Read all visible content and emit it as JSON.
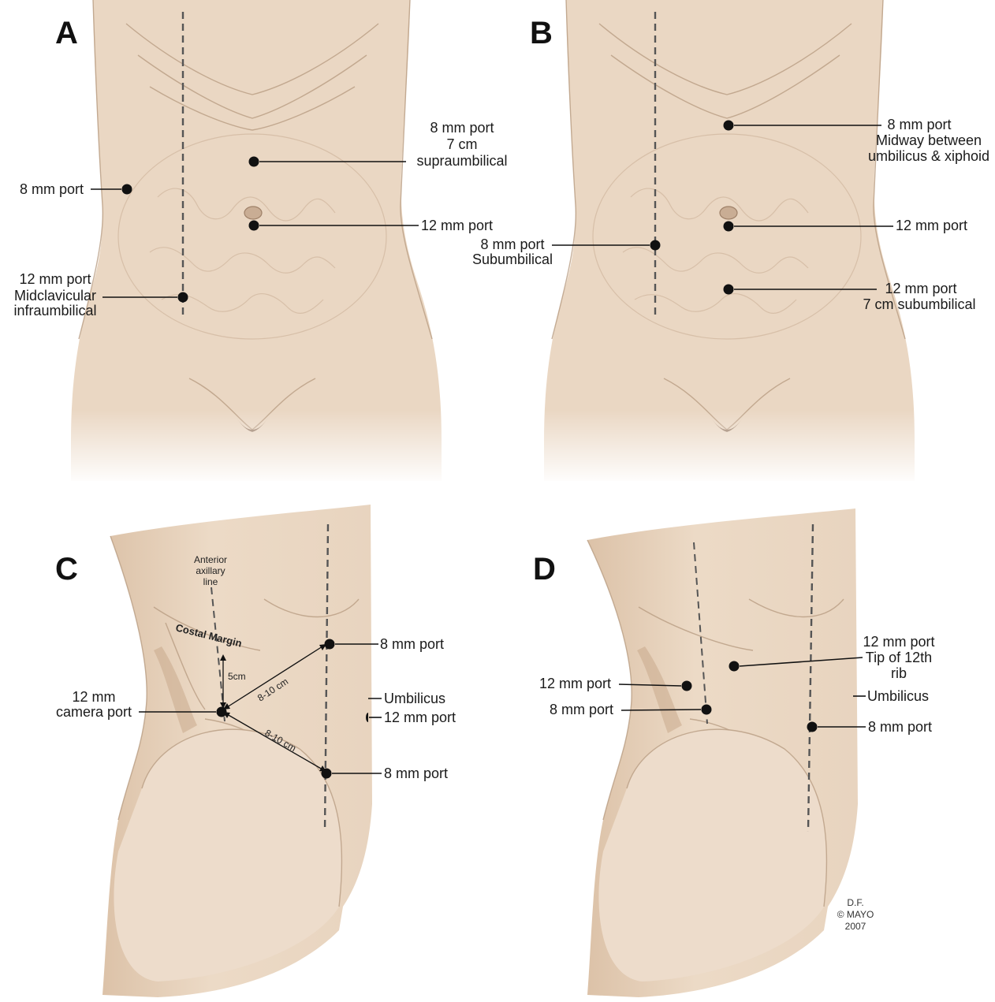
{
  "panels": {
    "a": {
      "letter": "A",
      "labels": {
        "port_left": "8 mm port",
        "port_upper_1": "8 mm port",
        "port_upper_2": "7 cm",
        "port_upper_3": "supraumbilical",
        "port_umbilical": "12 mm port",
        "port_lower_1": "12 mm port",
        "port_lower_2": "Midclavicular",
        "port_lower_3": "infraumbilical"
      }
    },
    "b": {
      "letter": "B",
      "labels": {
        "port_upper_1": "8 mm port",
        "port_upper_2": "Midway between",
        "port_upper_3": "umbilicus & xiphoid",
        "port_umbilical": "12 mm port",
        "port_sub_1": "8 mm port",
        "port_sub_2": "Subumbilical",
        "port_lower_1": "12 mm port",
        "port_lower_2": "7 cm subumbilical"
      }
    },
    "c": {
      "letter": "C",
      "labels": {
        "axillary_1": "Anterior",
        "axillary_2": "axillary",
        "axillary_3": "line",
        "costal_margin": "Costal Margin",
        "dist_5cm": "5cm",
        "dist_upper": "8-10 cm",
        "dist_lower": "8-10 cm",
        "port_upper": "8 mm port",
        "camera_1": "12 mm",
        "camera_2": "camera port",
        "umbilicus": "Umbilicus",
        "port_umbilical": "12 mm port",
        "port_lower": "8 mm port"
      }
    },
    "d": {
      "letter": "D",
      "labels": {
        "rib_1": "12 mm port",
        "rib_2": "Tip of 12th",
        "rib_3": "rib",
        "port_left_upper": "12 mm port",
        "umbilicus": "Umbilicus",
        "port_left_lower": "8 mm port",
        "port_right": "8 mm port"
      }
    }
  },
  "credit": {
    "line1": "D.F.",
    "line2": "© MAYO",
    "line3": "2007"
  }
}
